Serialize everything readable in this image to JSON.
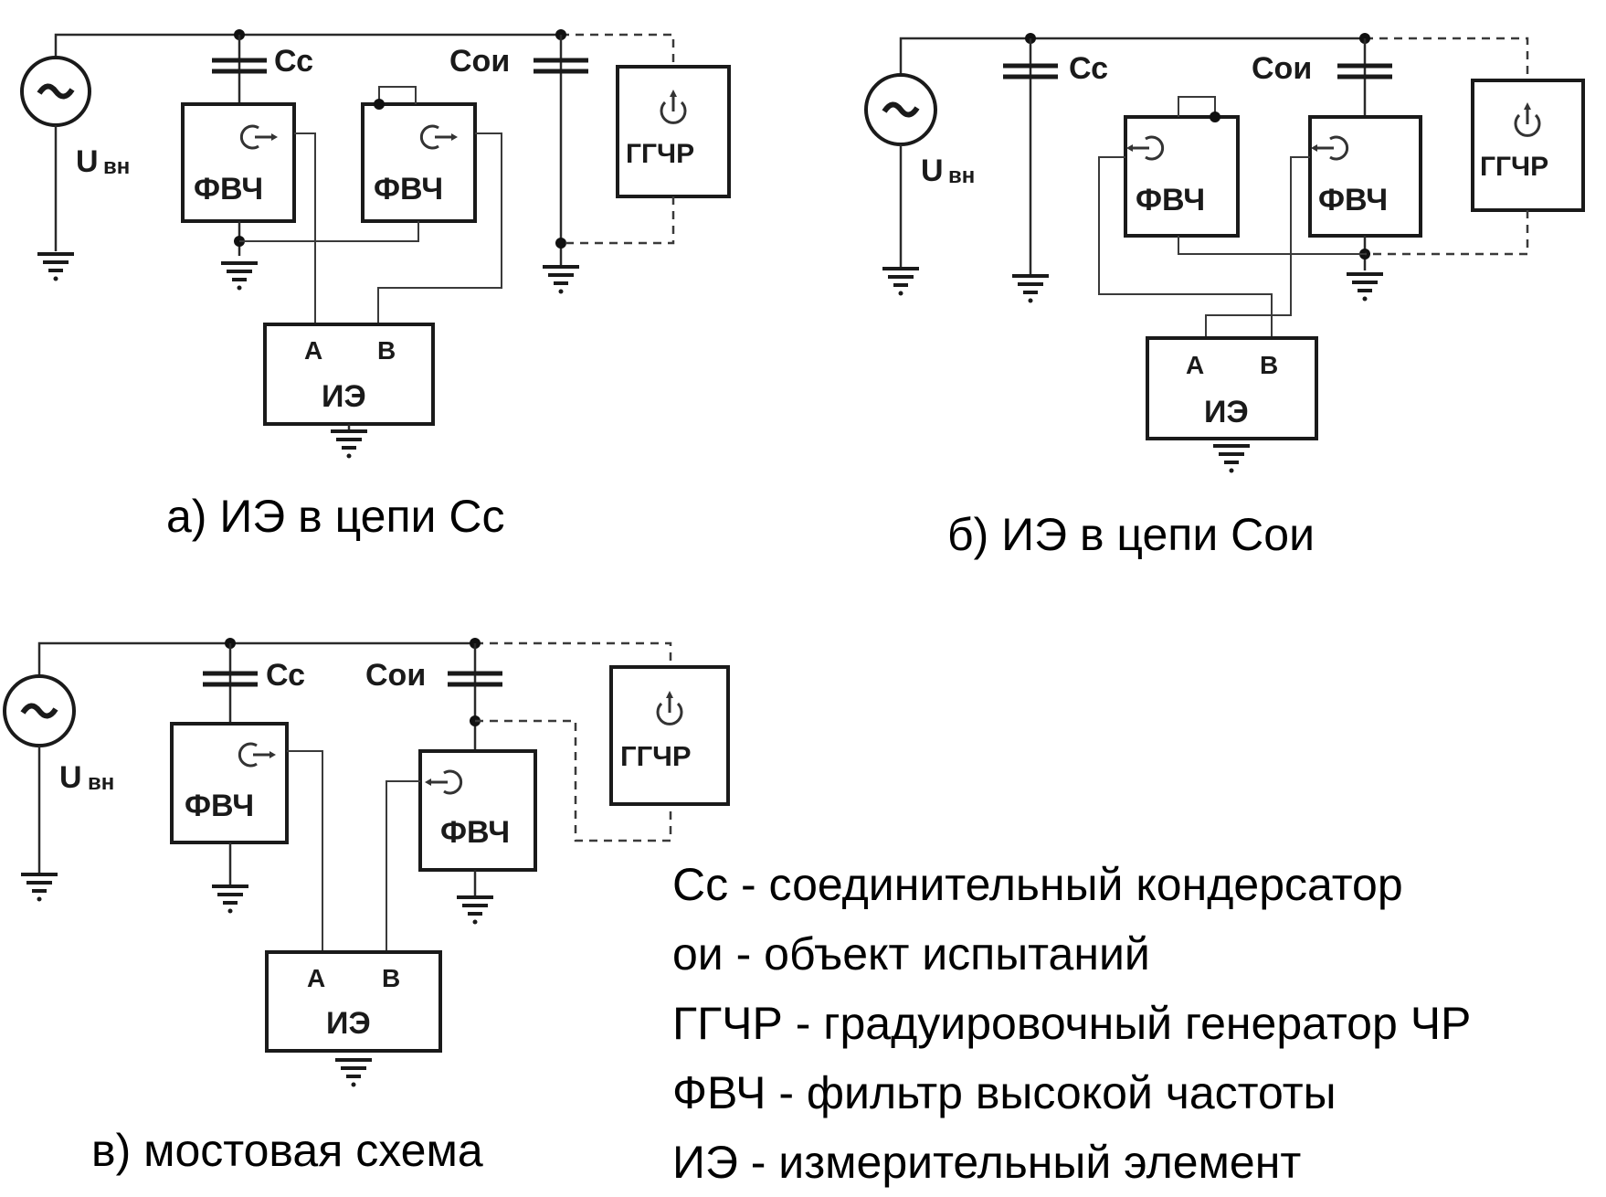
{
  "labels": {
    "source": "U",
    "source_sub": "вн",
    "coupling_cap": "Сс",
    "object_cap": "Сои",
    "filter": "ФВЧ",
    "generator": "ГГЧР",
    "meter": "ИЭ",
    "pin_a": "A",
    "pin_b": "B"
  },
  "captions": {
    "a": "а) ИЭ в цепи Сс",
    "b": "б) ИЭ в цепи Сои",
    "c": "в) мостовая схема"
  },
  "legend": [
    "Сс  - соединительный кондерсатор",
    "ои - объект испытаний",
    "ГГЧР - градуировочный генератор ЧР",
    "ФВЧ - фильтр высокой частоты",
    "ИЭ - измерительный элемент"
  ],
  "icons": {
    "source": "ac-source-icon",
    "ground": "ground-icon",
    "capacitor": "capacitor-icon",
    "generator": "power-icon",
    "filter_coil": "coil-arrow-icon"
  }
}
